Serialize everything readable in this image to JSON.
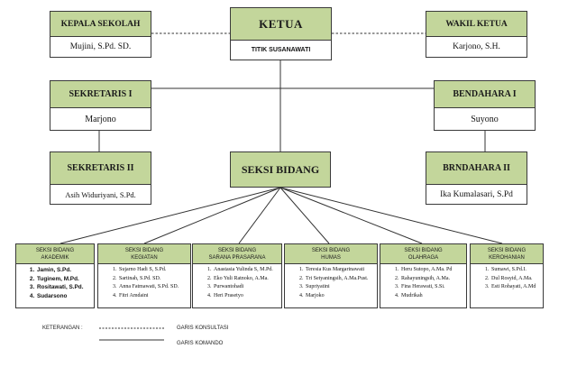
{
  "ketua": {
    "title": "KETUA",
    "name": "TITIK SUSANAWATI"
  },
  "kepala_sekolah": {
    "title": "KEPALA SEKOLAH",
    "name": "Mujini, S.Pd. SD."
  },
  "wakil_ketua": {
    "title": "WAKIL KETUA",
    "name": "Karjono, S.H."
  },
  "sekretaris_1": {
    "title": "SEKRETARIS I",
    "name": "Marjono"
  },
  "sekretaris_2": {
    "title": "SEKRETARIS II",
    "name": "Asih Widuriyani, S.Pd."
  },
  "bendahara_1": {
    "title": "BENDAHARA I",
    "name": "Suyono"
  },
  "bendahara_2": {
    "title": "BRNDAHARA II",
    "name": "Ika Kumalasari, S.Pd"
  },
  "seksi_bidang": {
    "title": "SEKSI BIDANG"
  },
  "divisions": [
    {
      "title1": "SEKSI BIDANG",
      "title2": "AKADEMIK",
      "members": [
        "Jamin, S.Pd.",
        "Tuginem, M.Pd.",
        "Rositawati, S.Pd.",
        "Sudarsono"
      ]
    },
    {
      "title1": "SEKSI BIDANG",
      "title2": "KEGIATAN",
      "members": [
        "Sujarno Hadi S, S.Pd.",
        "Sartinah, S.Pd. SD.",
        "Anna Fatmawati, S.Pd. SD.",
        "Fitri Amdaini"
      ]
    },
    {
      "title1": "SEKSI BIDANG",
      "title2": "SARANA PRASARANA",
      "members": [
        "Anastasia Yulinda S, M.Pd.",
        "Eko Yuli Ratnoko, A.Ma.",
        "Purwantohadi",
        "Heri Prasetyo"
      ]
    },
    {
      "title1": "SEKSI BIDANG",
      "title2": "HUMAS",
      "members": [
        "Teresia Kus Margarinawati",
        "Tri Setyaningsih, A.Ma.Pust.",
        "Supriyatini",
        "Marjoko"
      ]
    },
    {
      "title1": "SEKSI BIDANG",
      "title2": "OLAHRAGA",
      "members": [
        "Heru Sutopo, A.Ma. Pd",
        "Rahayuningsih, A.Ma.",
        "Fina Herawati, S.Si.",
        "Mudrikah"
      ]
    },
    {
      "title1": "SEKSI BIDANG",
      "title2": "KEROHANIAN",
      "members": [
        "Sumawi, S.Pd.I.",
        "Dul Rosyid, A.Ma.",
        "Esti Rohayati, A.Md"
      ]
    }
  ],
  "legend": {
    "heading": "KETERANGAN :",
    "consult": "GARIS KONSULTASI",
    "command": "GARIS KOMANDO"
  }
}
